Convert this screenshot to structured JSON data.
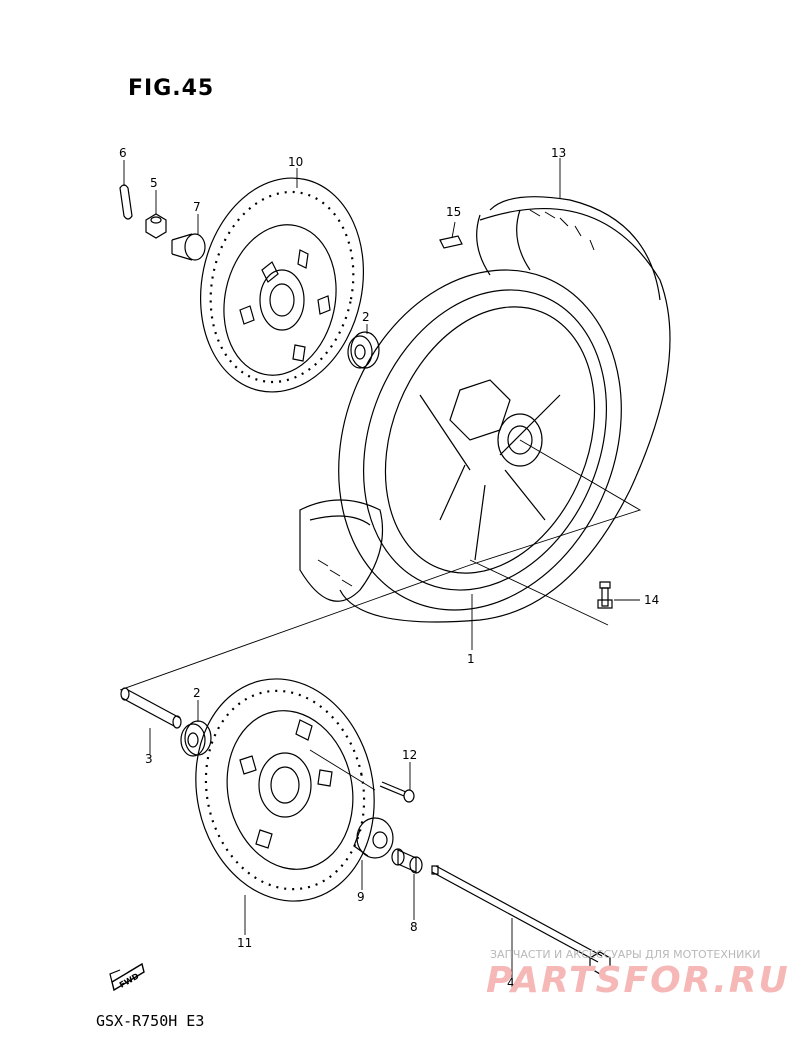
{
  "figure": {
    "title": "FIG.45",
    "model": "GSX-R750H E3"
  },
  "fwd_label": "FWD",
  "callouts": [
    {
      "id": "c1",
      "text": "1"
    },
    {
      "id": "c2a",
      "text": "2"
    },
    {
      "id": "c2b",
      "text": "2"
    },
    {
      "id": "c3",
      "text": "3"
    },
    {
      "id": "c4",
      "text": "4"
    },
    {
      "id": "c5",
      "text": "5"
    },
    {
      "id": "c6",
      "text": "6"
    },
    {
      "id": "c7",
      "text": "7"
    },
    {
      "id": "c8",
      "text": "8"
    },
    {
      "id": "c9",
      "text": "9"
    },
    {
      "id": "c10",
      "text": "10"
    },
    {
      "id": "c11",
      "text": "11"
    },
    {
      "id": "c12",
      "text": "12"
    },
    {
      "id": "c13",
      "text": "13"
    },
    {
      "id": "c14",
      "text": "14"
    },
    {
      "id": "c15",
      "text": "15"
    }
  ],
  "watermark": {
    "tagline": "ЗАПЧАСТИ И АКСЕССУАРЫ ДЛЯ МОТОТЕХНИКИ",
    "brand": "PARTSFOR.RU"
  }
}
